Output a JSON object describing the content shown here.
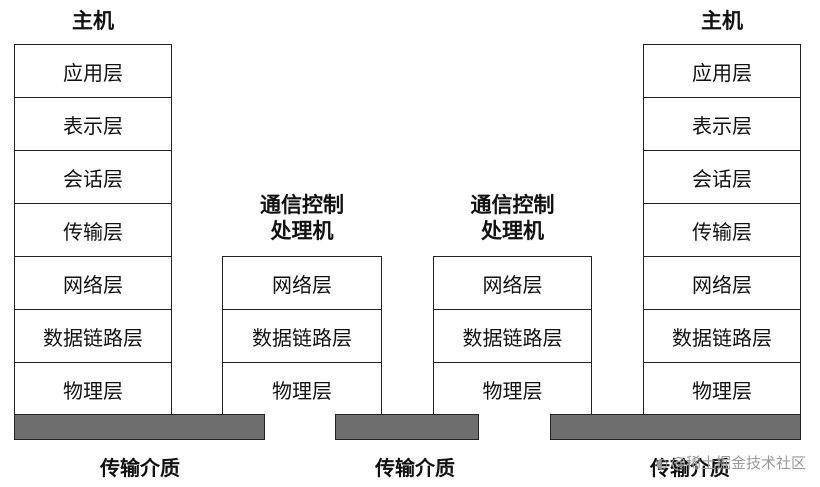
{
  "host_left": {
    "title": "主机",
    "layers": [
      "应用层",
      "表示层",
      "会话层",
      "传输层",
      "网络层",
      "数据链路层",
      "物理层"
    ]
  },
  "router_1": {
    "title_line1": "通信控制",
    "title_line2": "处理机",
    "layers": [
      "网络层",
      "数据链路层",
      "物理层"
    ]
  },
  "router_2": {
    "title_line1": "通信控制",
    "title_line2": "处理机",
    "layers": [
      "网络层",
      "数据链路层",
      "物理层"
    ]
  },
  "host_right": {
    "title": "主机",
    "layers": [
      "应用层",
      "表示层",
      "会话层",
      "传输层",
      "网络层",
      "数据链路层",
      "物理层"
    ]
  },
  "medium": {
    "labels": [
      "传输介质",
      "传输介质",
      "传输介质"
    ]
  },
  "watermark": {
    "text": "@稀土掘金技术社区"
  }
}
